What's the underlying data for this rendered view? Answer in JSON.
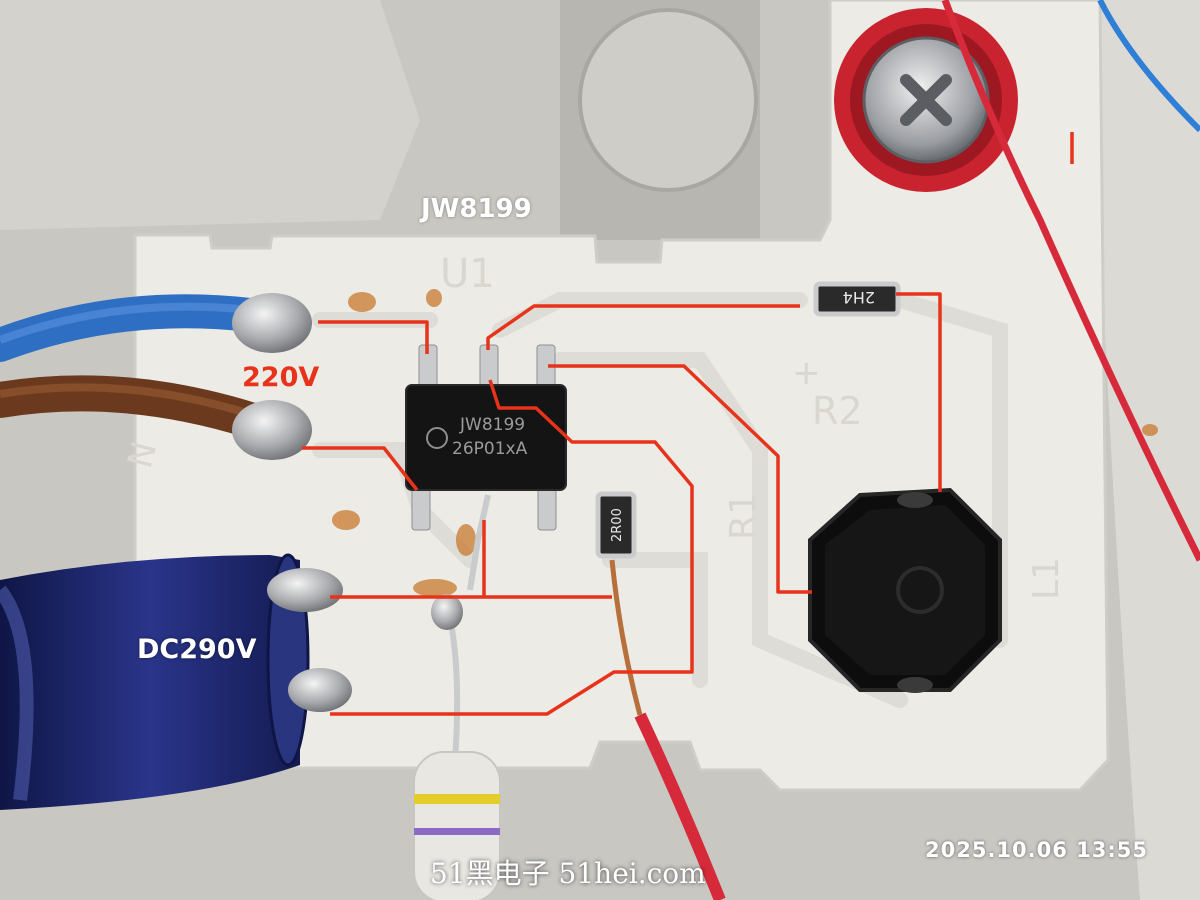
{
  "annotations": {
    "chip_label": "JW8199",
    "ac_input_label": "220V",
    "dc_bus_label": "DC290V"
  },
  "overlay": {
    "timestamp": "2025.10.06 13:55",
    "watermark": "51黑电子 51hei.com"
  },
  "silkscreen": {
    "u1": "U1",
    "r1": "R1",
    "r2": "R2",
    "l1": "L1",
    "n": "N",
    "plus": "+"
  },
  "parts": {
    "ic_marking_line1": "JW8199",
    "ic_marking_line2": "26P01xA",
    "resistor_smd_top": "2H4",
    "resistor_smd_small": "2R00"
  },
  "colors": {
    "annotation_red": "#e8331b",
    "trace_red": "#e8331b",
    "board_white": "#ecebe6",
    "capacitor_blue": "#1c2570",
    "wire_blue": "#2e6fc4",
    "wire_brown": "#6b3a1e",
    "wire_red": "#d62a3a"
  }
}
